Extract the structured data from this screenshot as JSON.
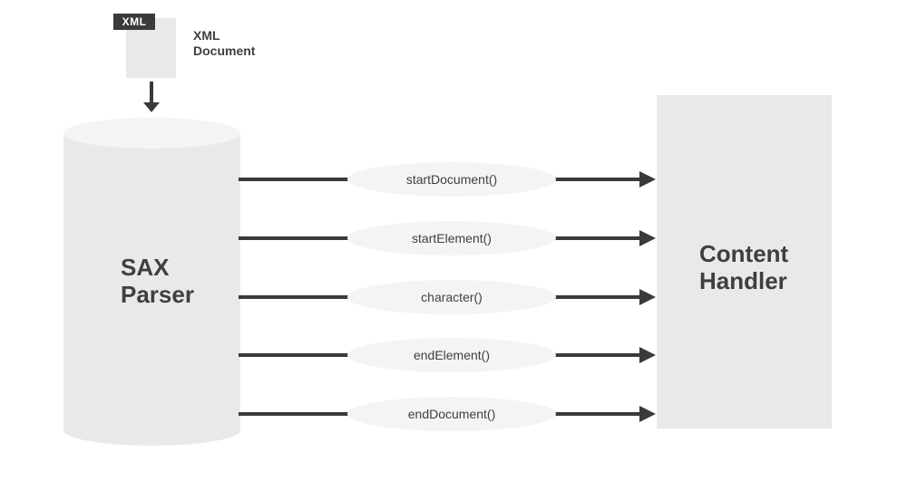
{
  "colors": {
    "background": "#ffffff",
    "dark": "#3a3a3a",
    "text": "#3f3f3f",
    "node_fill": "#e9e9e9",
    "cylinder_top_fill": "#f4f4f4",
    "ellipse_fill": "#f4f4f4",
    "badge_text": "#ffffff"
  },
  "xml_doc": {
    "badge": "XML",
    "label_line1": "XML",
    "label_line2": "Document"
  },
  "parser": {
    "line1": "SAX",
    "line2": "Parser"
  },
  "handler": {
    "line1": "Content",
    "line2": "Handler"
  },
  "events": [
    "startDocument()",
    "startElement()",
    "character()",
    "endElement()",
    "endDocument()"
  ]
}
